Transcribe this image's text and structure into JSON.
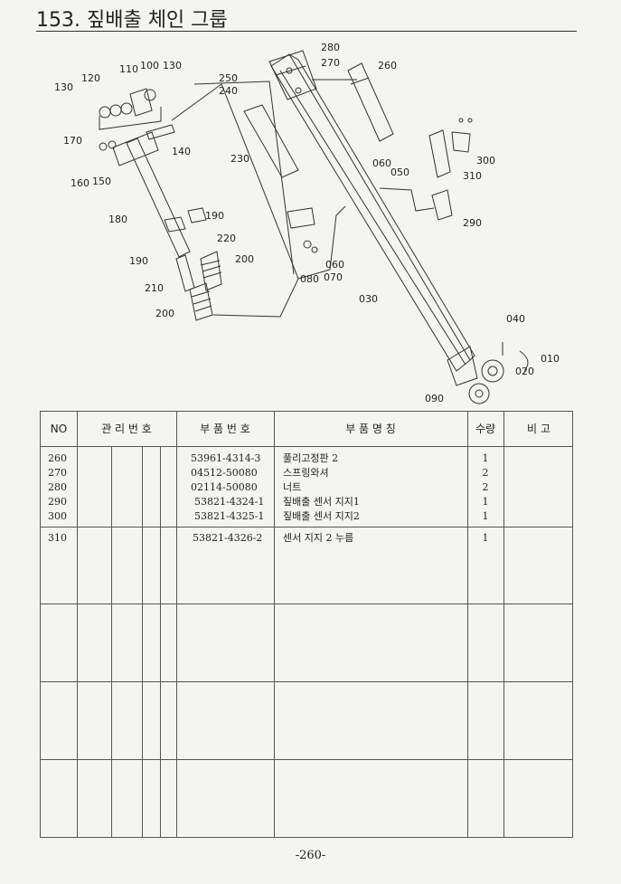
{
  "page": {
    "title": "153. 짚배출 체인 그룹",
    "page_number": "-260-"
  },
  "diagram": {
    "labels": [
      "130",
      "120",
      "110",
      "100",
      "130",
      "170",
      "140",
      "160",
      "150",
      "180",
      "190",
      "190",
      "220",
      "200",
      "210",
      "200",
      "230",
      "250",
      "240",
      "280",
      "270",
      "260",
      "060",
      "050",
      "300",
      "310",
      "290",
      "060",
      "080",
      "070",
      "030",
      "040",
      "010",
      "020",
      "090"
    ]
  },
  "table": {
    "headers": {
      "no": "NO",
      "mgmt": "관 리 번 호",
      "part_no": "부 품 번 호",
      "part_name": "부 품 명 칭",
      "qty": "수량",
      "remark": "비 고"
    },
    "rows": [
      {
        "no": "260",
        "part_no": "53961-4314-3",
        "name": "풀리고정판 2",
        "qty": "1"
      },
      {
        "no": "270",
        "part_no": "04512-50080",
        "name": "스프링와셔",
        "qty": "2"
      },
      {
        "no": "280",
        "part_no": "02114-50080",
        "name": "너트",
        "qty": "2"
      },
      {
        "no": "290",
        "part_no": "53821-4324-1",
        "name": "짚배출 센서 지지1",
        "qty": "1"
      },
      {
        "no": "300",
        "part_no": "53821-4325-1",
        "name": "짚배출 센서 지지2",
        "qty": "1"
      },
      {
        "no": "310",
        "part_no": "53821-4326-2",
        "name": "센서 지지 2 누름",
        "qty": "1"
      }
    ]
  }
}
